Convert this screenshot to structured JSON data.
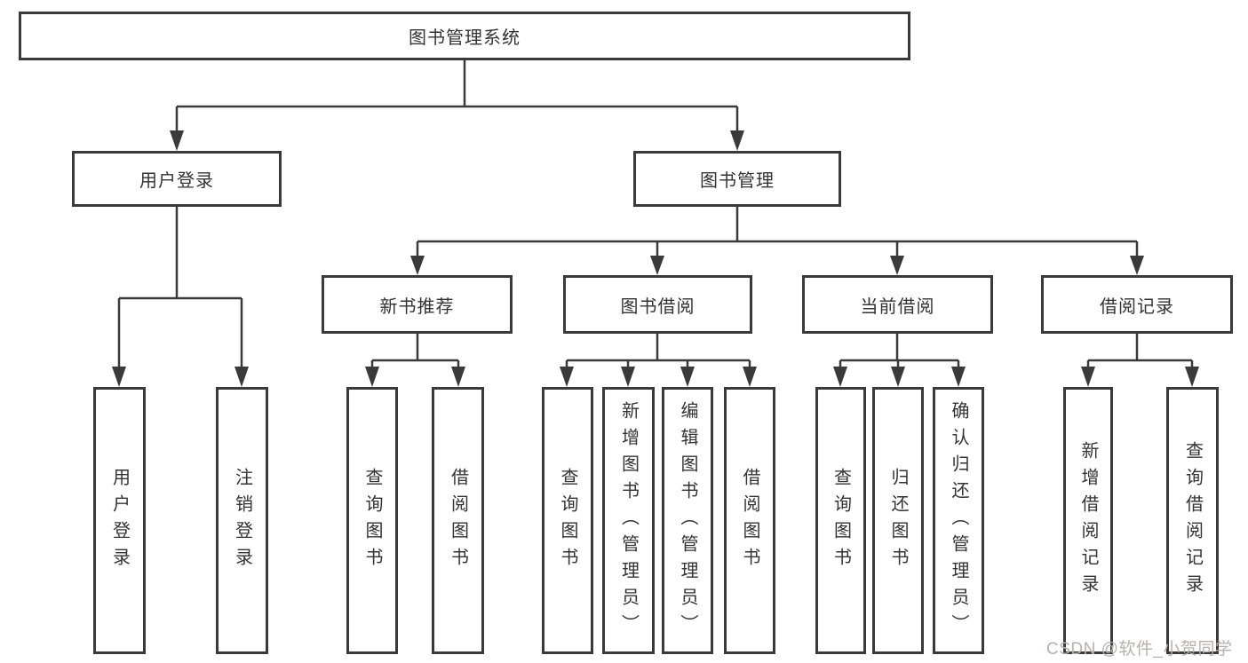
{
  "diagram": {
    "root": {
      "label": "图书管理系统"
    },
    "branches": [
      {
        "label": "用户登录",
        "children": [
          {
            "label": "用户登录"
          },
          {
            "label": "注销登录"
          }
        ]
      },
      {
        "label": "图书管理",
        "children": [
          {
            "label": "新书推荐",
            "children": [
              {
                "label": "查询图书"
              },
              {
                "label": "借阅图书"
              }
            ]
          },
          {
            "label": "图书借阅",
            "children": [
              {
                "label": "查询图书"
              },
              {
                "label": "新增图书（管理员）"
              },
              {
                "label": "编辑图书（管理员）"
              },
              {
                "label": "借阅图书"
              }
            ]
          },
          {
            "label": "当前借阅",
            "children": [
              {
                "label": "查询图书"
              },
              {
                "label": "归还图书"
              },
              {
                "label": "确认归还（管理员）"
              }
            ]
          },
          {
            "label": "借阅记录",
            "children": [
              {
                "label": "新增借阅记录"
              },
              {
                "label": "查询借阅记录"
              }
            ]
          }
        ]
      }
    ]
  },
  "watermark": {
    "text": "CSDN @软件_小贺同学"
  },
  "colors": {
    "line": "#3a3a3a",
    "text": "#333333",
    "background": "#ffffff",
    "watermark": "#b7b0b0"
  }
}
